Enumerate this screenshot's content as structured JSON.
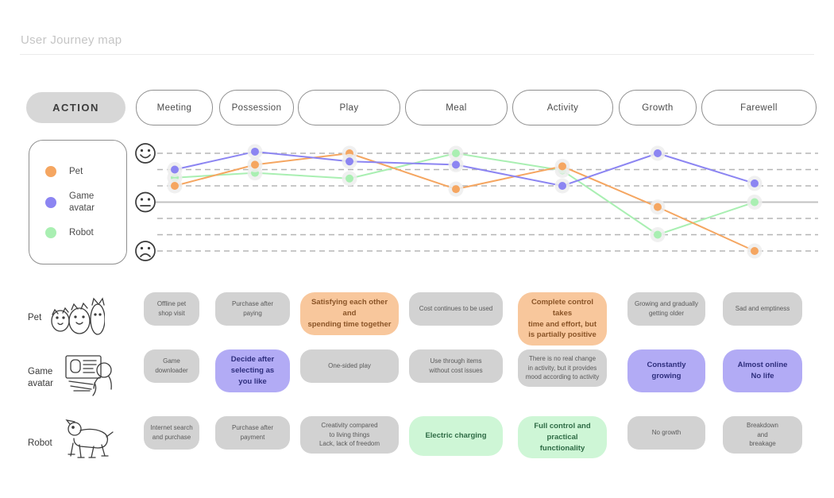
{
  "page": {
    "title": "User Journey map"
  },
  "action": {
    "label": "ACTION"
  },
  "stages": [
    {
      "label": "Meeting"
    },
    {
      "label": "Possession"
    },
    {
      "label": "Play"
    },
    {
      "label": "Meal"
    },
    {
      "label": "Activity"
    },
    {
      "label": "Growth"
    },
    {
      "label": "Farewell"
    }
  ],
  "legend": {
    "items": [
      {
        "label": "Pet",
        "color": "#f5a661"
      },
      {
        "label": "Game\navatar",
        "color": "#8c85f2"
      },
      {
        "label": "Robot",
        "color": "#a9efb2"
      }
    ]
  },
  "colors": {
    "pet_line": "#f5a661",
    "game_avatar_line": "#8c85f2",
    "robot_line": "#a9efb2",
    "card_gray": "#d2d2d2",
    "card_orange": "#f8c79c",
    "card_purple": "#b2abf5",
    "card_green": "#cef6d6",
    "grid_dashed": "#b5b5b5",
    "grid_solid": "#c2c2c2"
  },
  "chart_data": {
    "type": "line",
    "title": "Emotion curve across journey stages",
    "categories": [
      "Meeting",
      "Possession",
      "Play",
      "Meal",
      "Activity",
      "Growth",
      "Farewell"
    ],
    "y_axis": {
      "scale": "+3 = happy face (top), 0 = neutral face (solid line), -3 = sad face (bottom)",
      "tick_icons": [
        "happy-face",
        "neutral-face",
        "sad-face"
      ],
      "dashed_gridline_levels": [
        3,
        2,
        1,
        -1,
        -2,
        -3
      ],
      "solid_gridline_level": 0
    },
    "legend_position": "left",
    "series": [
      {
        "name": "Pet",
        "color": "#f5a661",
        "values": [
          1,
          2.3,
          3,
          0.8,
          2.2,
          -0.3,
          -3
        ]
      },
      {
        "name": "Game avatar",
        "color": "#8c85f2",
        "values": [
          2,
          3.1,
          2.5,
          2.3,
          1,
          3,
          1.15
        ]
      },
      {
        "name": "Robot",
        "color": "#a9efb2",
        "values": [
          1.5,
          1.8,
          1.45,
          3,
          1.95,
          -2,
          0
        ]
      }
    ]
  },
  "rows": [
    {
      "label": "Pet",
      "illustration": "pets-icon",
      "cards": [
        {
          "text": "Offline pet\nshop visit",
          "variant": "gray"
        },
        {
          "text": "Purchase after\npaying",
          "variant": "gray"
        },
        {
          "text": "Satisfying each other and\nspending time together",
          "variant": "orange"
        },
        {
          "text": "Cost continues to be used",
          "variant": "gray"
        },
        {
          "text": "Complete control takes\ntime and effort, but\nis partially positive",
          "variant": "orange"
        },
        {
          "text": "Growing and gradually\ngetting older",
          "variant": "gray"
        },
        {
          "text": "Sad and emptiness",
          "variant": "gray"
        }
      ]
    },
    {
      "label": "Game\navatar",
      "illustration": "computer-person-icon",
      "cards": [
        {
          "text": "Game downloader",
          "variant": "gray"
        },
        {
          "text": "Decide after\nselecting as\nyou like",
          "variant": "purple"
        },
        {
          "text": "One-sided play",
          "variant": "gray"
        },
        {
          "text": "Use through items\nwithout cost issues",
          "variant": "gray"
        },
        {
          "text": "There is no real change\nin activity, but it provides\nmood according to activity",
          "variant": "gray"
        },
        {
          "text": "Constantly growing",
          "variant": "purple"
        },
        {
          "text": "Almost online\nNo life",
          "variant": "purple"
        }
      ]
    },
    {
      "label": "Robot",
      "illustration": "robot-dog-icon",
      "cards": [
        {
          "text": "Internet search\nand purchase",
          "variant": "gray"
        },
        {
          "text": "Purchase after\npayment",
          "variant": "gray"
        },
        {
          "text": "Creativity compared\nto living things\nLack, lack of freedom",
          "variant": "gray"
        },
        {
          "text": "Electric charging",
          "variant": "green"
        },
        {
          "text": "Full control and\npractical functionality",
          "variant": "green"
        },
        {
          "text": "No growth",
          "variant": "gray"
        },
        {
          "text": "Breakdown\nand\nbreakage",
          "variant": "gray"
        }
      ]
    }
  ]
}
